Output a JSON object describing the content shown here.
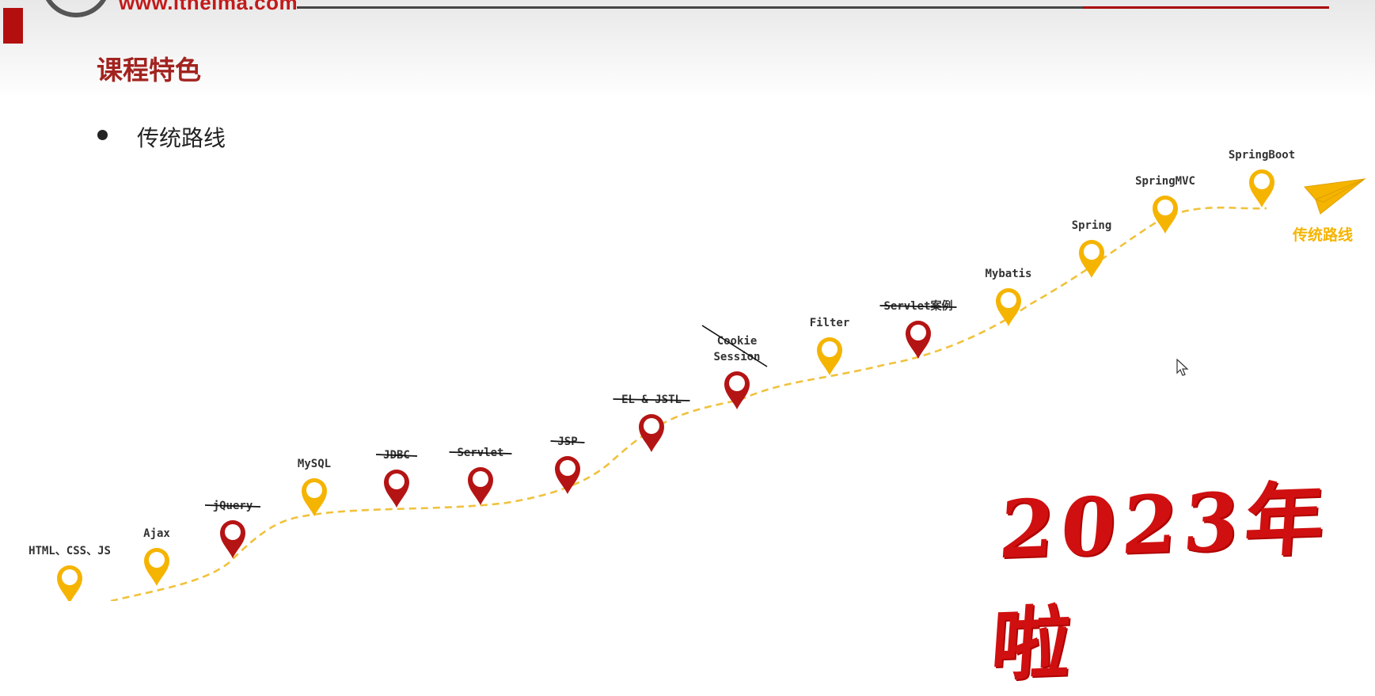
{
  "header": {
    "logo_url": "www.itheima.com"
  },
  "title": "课程特色",
  "bullet": "传统路线",
  "legend": {
    "label": "传统路线",
    "icon": "paper-plane-icon"
  },
  "year_stamp": "2023年啦",
  "colors": {
    "accent_red": "#a2231f",
    "pin_red": "#b51414",
    "pin_yellow": "#f5b400",
    "path": "#f0c23c"
  },
  "roadmap": {
    "nodes": [
      {
        "id": "html-css-js",
        "label": "HTML、CSS、JS",
        "status": "kept",
        "color": "yellow"
      },
      {
        "id": "ajax",
        "label": "Ajax",
        "status": "kept",
        "color": "yellow"
      },
      {
        "id": "jquery",
        "label": "jQuery",
        "status": "removed",
        "color": "red"
      },
      {
        "id": "mysql",
        "label": "MySQL",
        "status": "kept",
        "color": "yellow"
      },
      {
        "id": "jdbc",
        "label": "JDBC",
        "status": "removed",
        "color": "red"
      },
      {
        "id": "servlet",
        "label": "Servlet",
        "status": "removed",
        "color": "red"
      },
      {
        "id": "jsp",
        "label": "JSP",
        "status": "removed",
        "color": "red"
      },
      {
        "id": "el-jstl",
        "label": "EL & JSTL",
        "status": "removed",
        "color": "red"
      },
      {
        "id": "cookie-session",
        "label": "Cookie\nSession",
        "status": "removed",
        "color": "red"
      },
      {
        "id": "filter",
        "label": "Filter",
        "status": "kept",
        "color": "yellow"
      },
      {
        "id": "servlet-case",
        "label": "Servlet案例",
        "status": "removed",
        "color": "red"
      },
      {
        "id": "mybatis",
        "label": "Mybatis",
        "status": "kept",
        "color": "yellow"
      },
      {
        "id": "spring",
        "label": "Spring",
        "status": "kept",
        "color": "yellow"
      },
      {
        "id": "springmvc",
        "label": "SpringMVC",
        "status": "kept",
        "color": "yellow"
      },
      {
        "id": "springboot",
        "label": "SpringBoot",
        "status": "kept",
        "color": "yellow"
      }
    ]
  }
}
